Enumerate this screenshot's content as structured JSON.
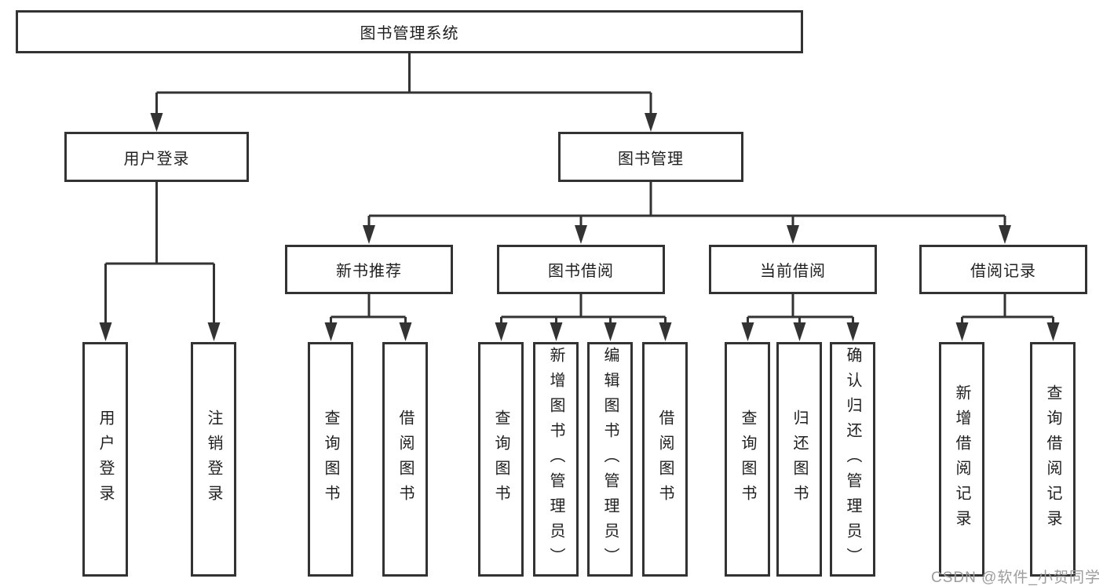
{
  "diagram": {
    "title": "图书管理系统",
    "root": {
      "label": "图书管理系统"
    },
    "level2": {
      "user_login": {
        "label": "用户登录"
      },
      "book_mgmt": {
        "label": "图书管理"
      }
    },
    "level3": {
      "new_book_rec": {
        "label": "新书推荐"
      },
      "book_borrow": {
        "label": "图书借阅"
      },
      "current_borrow": {
        "label": "当前借阅"
      },
      "borrow_records": {
        "label": "借阅记录"
      }
    },
    "leaves": {
      "user_login": [
        "用户登录",
        "注销登录"
      ],
      "new_book_rec": [
        "查询图书",
        "借阅图书"
      ],
      "book_borrow": [
        "查询图书",
        "新增图书（管理员）",
        "编辑图书（管理员）",
        "借阅图书"
      ],
      "current_borrow": [
        "查询图书",
        "归还图书",
        "确认归还（管理员）"
      ],
      "borrow_records": [
        "新增借阅记录",
        "查询借阅记录"
      ]
    }
  },
  "watermark": {
    "text": "CSDN @软件_小贺同学",
    "color": "#9c9c9c"
  },
  "colors": {
    "background": "#ffffff",
    "line": "#333333",
    "box_border": "#333333",
    "box_fill": "#ffffff",
    "text": "#1f1f1f"
  }
}
